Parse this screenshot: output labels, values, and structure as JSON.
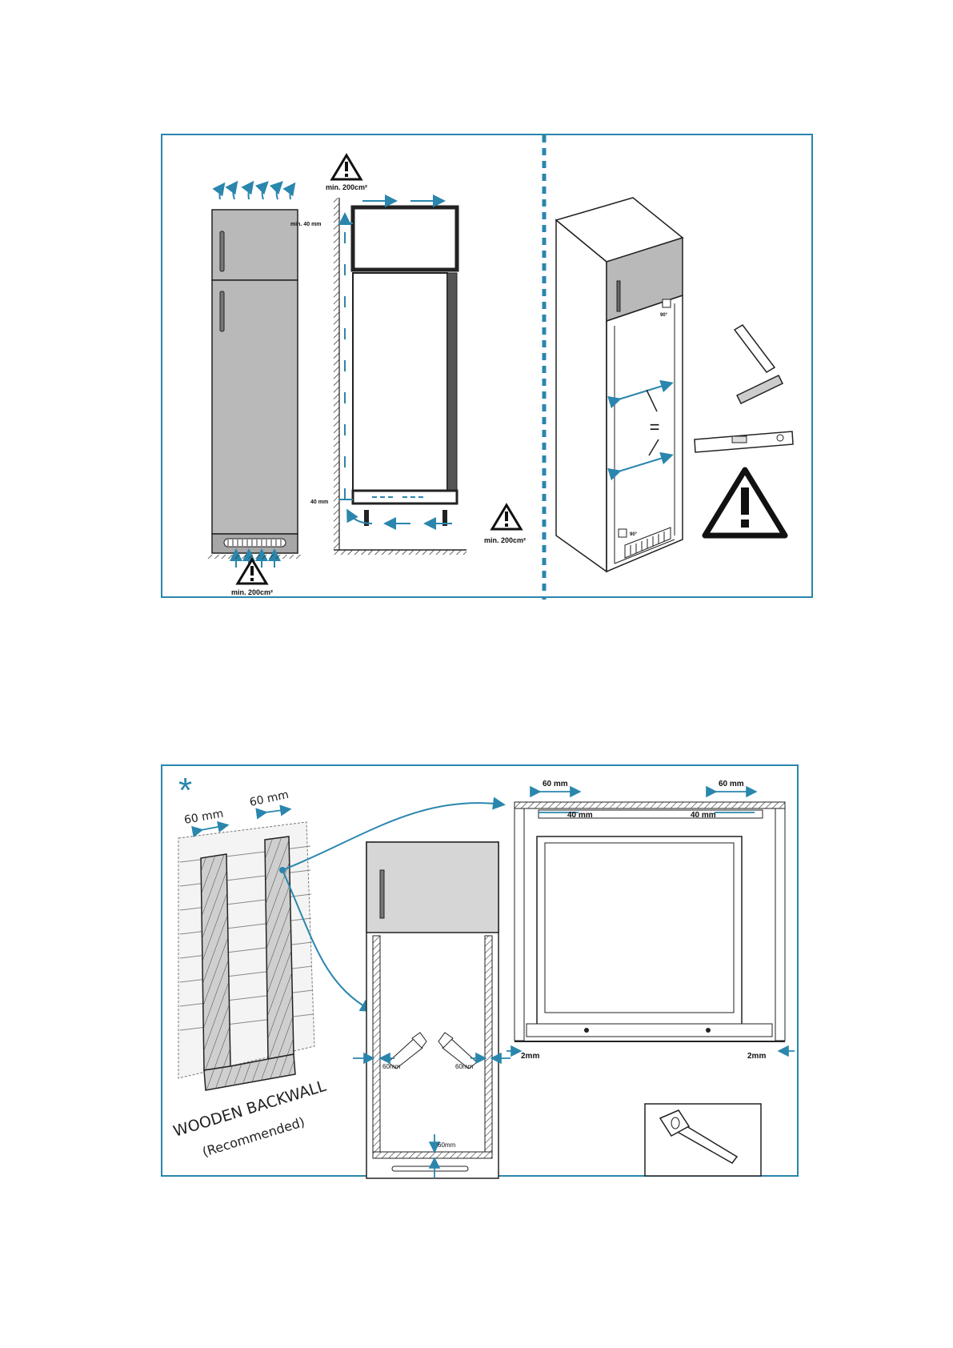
{
  "top_panel": {
    "vent_area_label_top": "min. 200cm²",
    "vent_area_label_bottom_right": "min. 200cm²",
    "vent_area_label_bottom_left": "min. 200cm²",
    "gap_top_label": "min. 40 mm",
    "gap_bottom_label": "40 mm",
    "angle_top_label": "90°",
    "angle_bottom_label": "90°",
    "equal_sign": "="
  },
  "bottom_panel": {
    "asterisk": "*",
    "backwall_strip_left_label": "60 mm",
    "backwall_strip_right_label": "60 mm",
    "backwall_title": "WOODEN BACKWALL",
    "backwall_subtitle": "(Recommended)",
    "cut_left_label": "60mm",
    "cut_right_label": "60mm",
    "cut_bottom_label": "60mm",
    "top_view_left_label": "60 mm",
    "top_view_right_label": "60 mm",
    "top_view_left_inner_label": "40 mm",
    "top_view_right_inner_label": "40 mm",
    "side_gap_left_label": "2mm",
    "side_gap_right_label": "2mm"
  },
  "colors": {
    "accent": "#2a86ad",
    "appliance_grey": "#b9b9b9",
    "line": "#1a1a1a"
  }
}
